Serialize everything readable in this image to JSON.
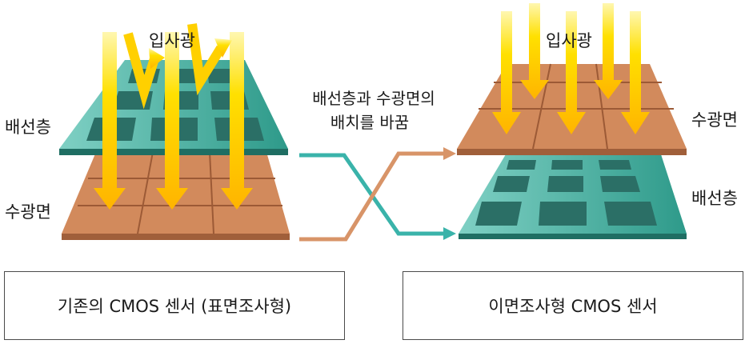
{
  "left": {
    "light_label": "입사광",
    "top_layer_label": "배선층",
    "bottom_layer_label": "수광면",
    "caption": "기존의 CMOS 센서 (표면조사형)"
  },
  "center": {
    "line1": "배선층과 수광면의",
    "line2": "배치를 바꿈"
  },
  "right": {
    "light_label": "입사광",
    "top_layer_label": "수광면",
    "bottom_layer_label": "배선층",
    "caption": "이면조사형 CMOS 센서"
  },
  "colors": {
    "wiring_layer": "#3aa89a",
    "wiring_cell": "#2b7c70",
    "photodiode_layer": "#d28a5c",
    "photodiode_edge": "#a05f3a",
    "light_arrow": "#ffd500",
    "swap_arrow_teal": "#3ab3aa",
    "swap_arrow_orange": "#d89468"
  }
}
